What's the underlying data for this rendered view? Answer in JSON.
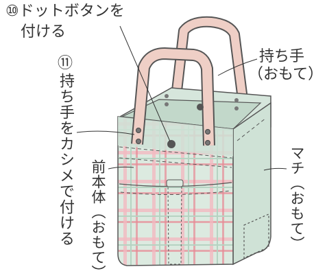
{
  "labels": {
    "step10": {
      "marker": "⑩",
      "line1": "ドットボタンを",
      "line2": "付ける"
    },
    "step11": {
      "marker": "⑪",
      "text": "持ち手をカシメで付ける"
    },
    "handle": {
      "line1": "持ち手",
      "line2": "（おもて）"
    },
    "body_front": {
      "text": "前本体（おもて）"
    },
    "gusset": {
      "text": "マチ（おもて）"
    }
  },
  "colors": {
    "bag_fill": "#cfe2d6",
    "plaid_pink": "#e88a96",
    "plaid_green": "#a9c9b6",
    "handle_fill": "#efcfc6",
    "outline": "#555555",
    "rivet": "#666666"
  }
}
